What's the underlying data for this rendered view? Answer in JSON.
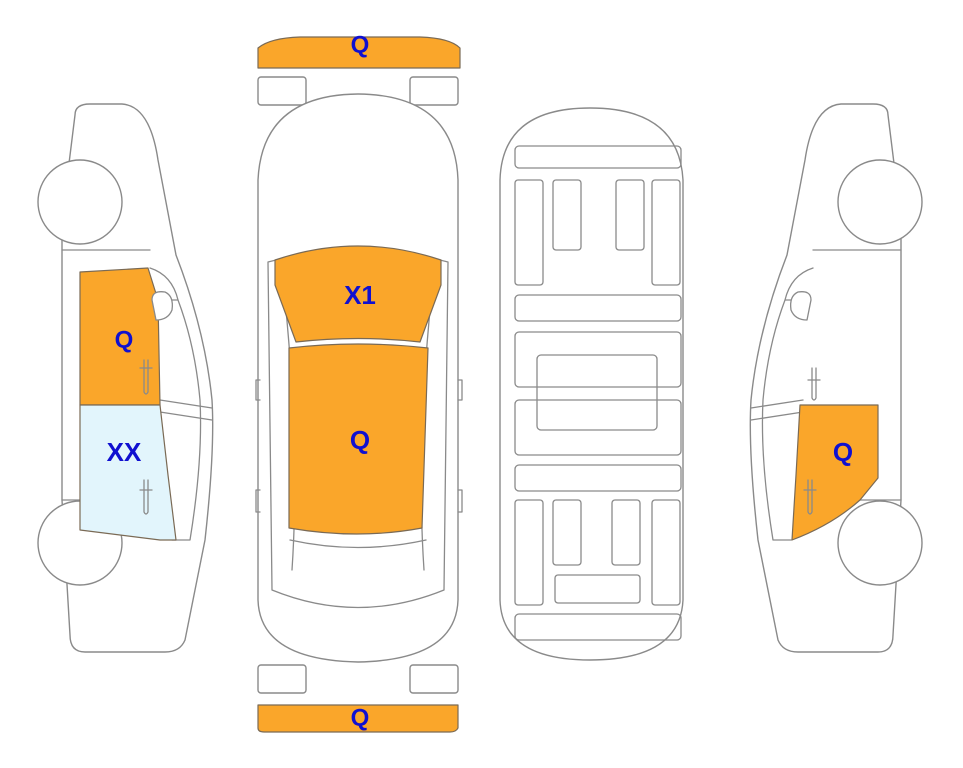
{
  "colors": {
    "damage_q": "#FAA62A",
    "damage_xx": "#E2F5FC",
    "outline": "#8a8a8a",
    "label": "#1010d0"
  },
  "codes": {
    "front_bumper": "Q",
    "rear_bumper": "Q",
    "hood": "X1",
    "roof": "Q",
    "left_front_door": "Q",
    "left_rear_door": "XX",
    "right_front_door": "Q"
  }
}
